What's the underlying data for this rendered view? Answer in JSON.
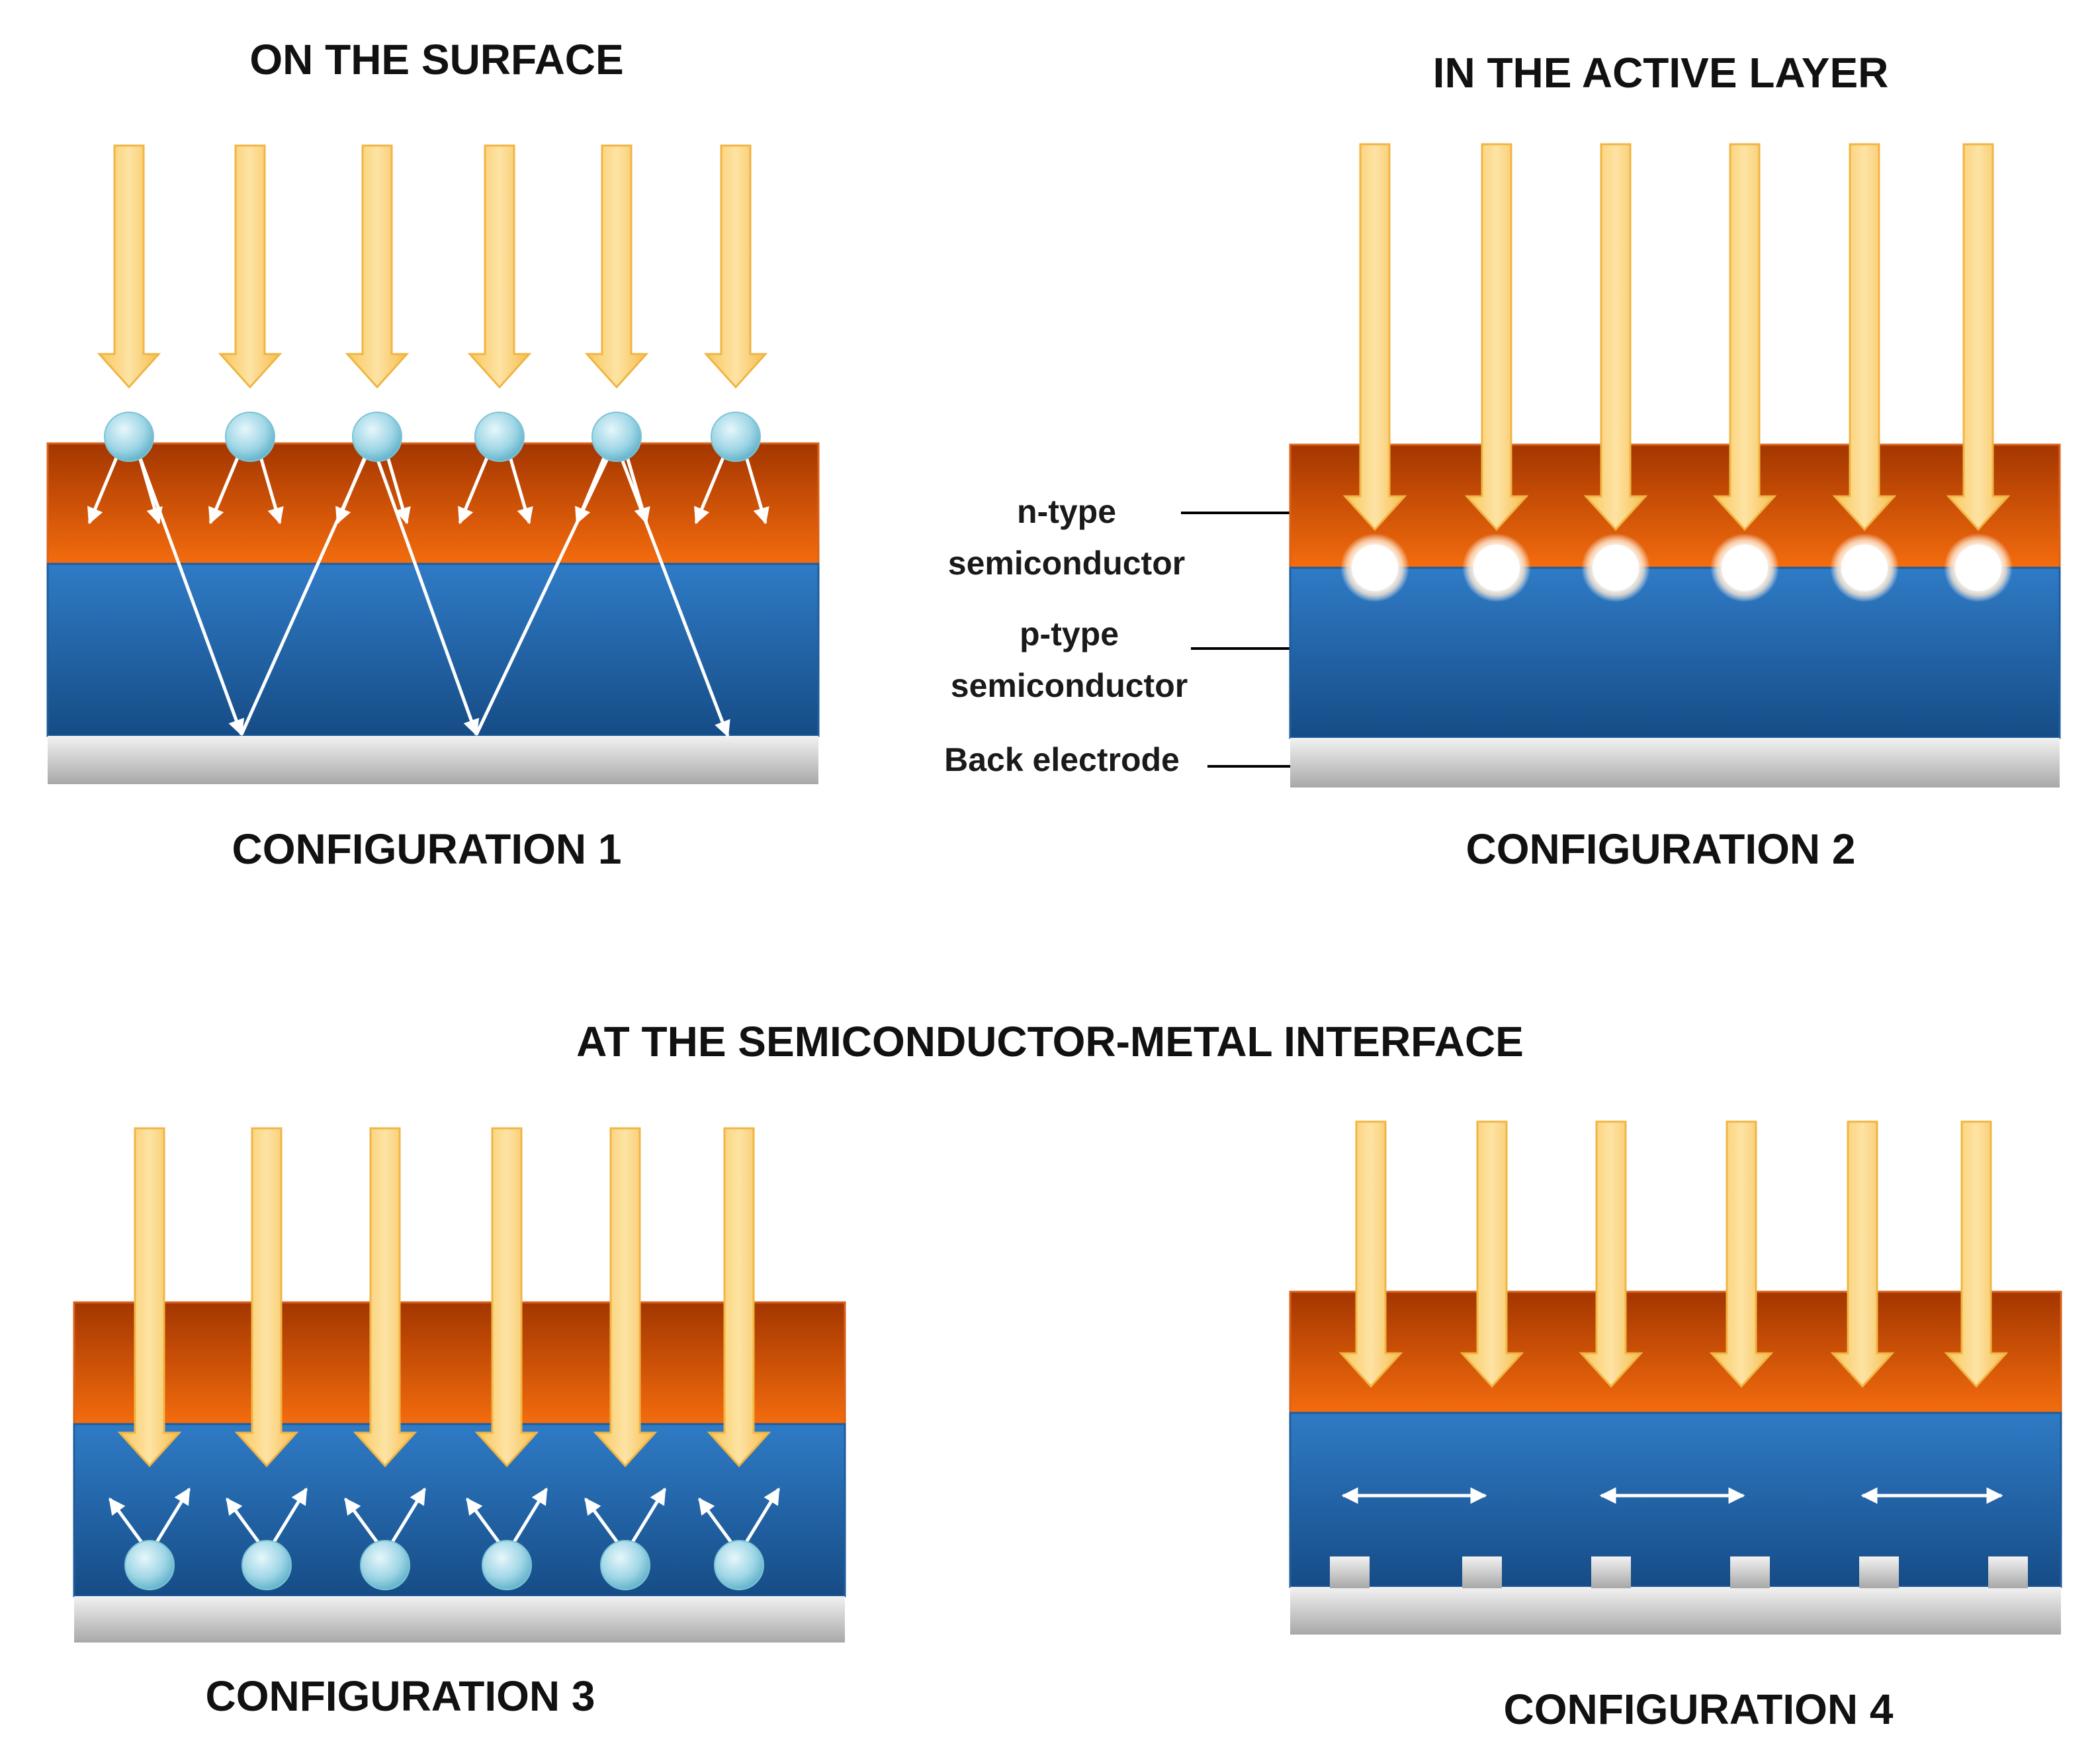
{
  "headings": {
    "surface": "ON THE SURFACE",
    "active_layer": "IN THE ACTIVE LAYER",
    "interface": "AT THE SEMICONDUCTOR-METAL INTERFACE"
  },
  "configurations": {
    "c1": "CONFIGURATION 1",
    "c2": "CONFIGURATION 2",
    "c3": "CONFIGURATION 3",
    "c4": "CONFIGURATION 4"
  },
  "labels": {
    "n_type_line1": "n-type",
    "n_type_line2": "semiconductor",
    "p_type_line1": "p-type",
    "p_type_line2": "semiconductor",
    "back_electrode": "Back electrode"
  },
  "colors": {
    "n_layer_top": "#a63a00",
    "n_layer_bottom": "#f26a0c",
    "p_layer_top": "#2f79c4",
    "p_layer_bottom": "#174f8a",
    "electrode": "#c4c4c4",
    "light_arrow": "#fbd27a",
    "nanoparticle": "#a9dcea",
    "scatter_arrow": "#ffffff"
  }
}
